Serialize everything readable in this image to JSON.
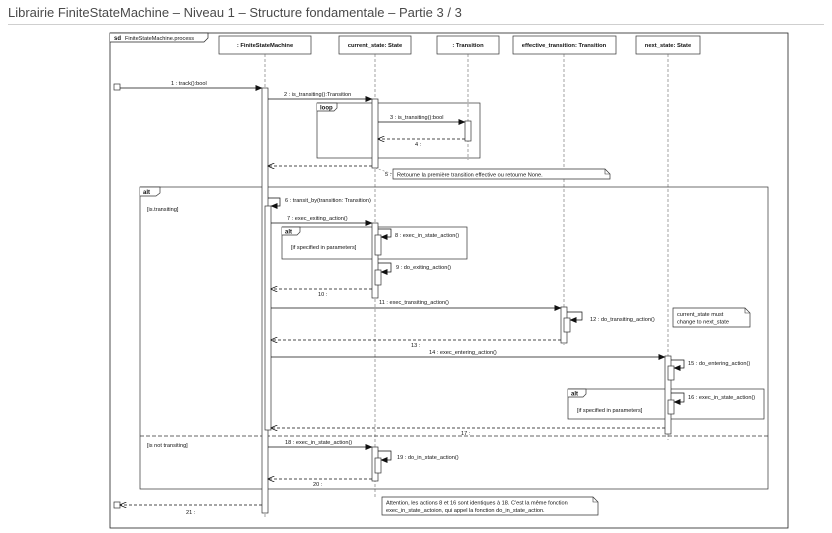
{
  "page": {
    "title": "Librairie FiniteStateMachine – Niveau 1 – Structure fondamentale – Partie 3 / 3"
  },
  "frame": {
    "keyword": "sd",
    "name": "FiniteStateMachine.process"
  },
  "lifelines": [
    {
      "id": "fsm",
      "label": ": FiniteStateMachine"
    },
    {
      "id": "current",
      "label": "current_state: State"
    },
    {
      "id": "transition",
      "label": ": Transition"
    },
    {
      "id": "effective",
      "label": "effective_transition: Transition"
    },
    {
      "id": "next",
      "label": "next_state: State"
    }
  ],
  "fragments": {
    "loop": {
      "keyword": "loop"
    },
    "alt_main": {
      "keyword": "alt",
      "guard_1": "[is.transiting]",
      "guard_2": "[is not transiting]"
    },
    "alt_exit": {
      "keyword": "alt",
      "guard": "[if specified in parameters]"
    },
    "alt_enter": {
      "keyword": "alt",
      "guard": "[if specified in parameters]"
    }
  },
  "messages": [
    {
      "n": "1",
      "label": "1 : track():bool"
    },
    {
      "n": "2",
      "label": "2 : is_transiting():Transition"
    },
    {
      "n": "3",
      "label": "3 : is_transiting():bool"
    },
    {
      "n": "4",
      "label": "4 :"
    },
    {
      "n": "5",
      "label": "5 :"
    },
    {
      "n": "6",
      "label": "6 : transit_by(transition: Transition)"
    },
    {
      "n": "7",
      "label": "7 : exec_exiting_action()"
    },
    {
      "n": "8",
      "label": "8 : exec_in_state_action()"
    },
    {
      "n": "9",
      "label": "9 : do_exiting_action()"
    },
    {
      "n": "10",
      "label": "10 :"
    },
    {
      "n": "11",
      "label": "11 : exec_transiting_action()"
    },
    {
      "n": "12",
      "label": "12 : do_transiting_action()"
    },
    {
      "n": "13",
      "label": "13 :"
    },
    {
      "n": "14",
      "label": "14 : exec_entering_action()"
    },
    {
      "n": "15",
      "label": "15 : do_entering_action()"
    },
    {
      "n": "16",
      "label": "16 : exec_in_state_action()"
    },
    {
      "n": "17",
      "label": "17 :"
    },
    {
      "n": "18",
      "label": "18 : exec_in_state_action()"
    },
    {
      "n": "19",
      "label": "19 : do_in_state_action()"
    },
    {
      "n": "20",
      "label": "20 :"
    },
    {
      "n": "21",
      "label": "21 :"
    }
  ],
  "notes": {
    "loop_result": "Retourne la première transition effective ou retourne None.",
    "state_change_1": "current_state must",
    "state_change_2": "change to next_state",
    "footer_1": "Attention, les actions 8 et 16 sont identiques à 18. C'est la même fonction",
    "footer_2": "exec_in_state_actoion, qui appel la fonction do_in_state_action."
  }
}
